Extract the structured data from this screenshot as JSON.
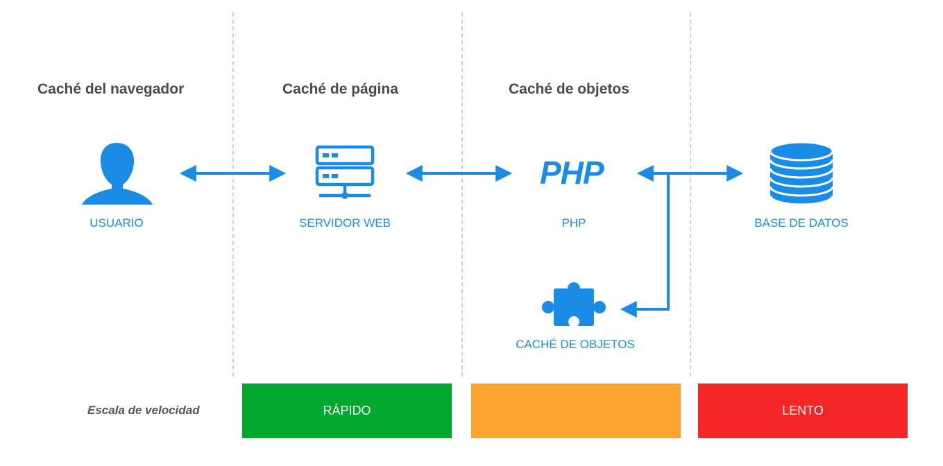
{
  "sections": [
    {
      "title": "Caché del navegador"
    },
    {
      "title": "Caché de página"
    },
    {
      "title": "Caché de objetos"
    }
  ],
  "nodes": {
    "usuario": {
      "label": "USUARIO",
      "icon": "user-icon"
    },
    "servidor": {
      "label": "SERVIDOR WEB",
      "icon": "server-icon"
    },
    "php": {
      "label": "PHP",
      "logo_text": "PHP"
    },
    "base_datos": {
      "label": "BASE DE DATOS",
      "icon": "database-icon"
    },
    "cache_objetos": {
      "label": "CACHÉ DE OBJETOS",
      "icon": "puzzle-icon"
    }
  },
  "speed_scale": {
    "title": "Escala de velocidad",
    "levels": [
      {
        "label": "RÁPIDO",
        "color": "#00a82d"
      },
      {
        "label": "",
        "color": "#fca630"
      },
      {
        "label": "LENTO",
        "color": "#f42525"
      }
    ]
  },
  "colors": {
    "accent": "#1a8ce6",
    "title_text": "#4a4a4a",
    "divider": "#d0d0d0"
  }
}
